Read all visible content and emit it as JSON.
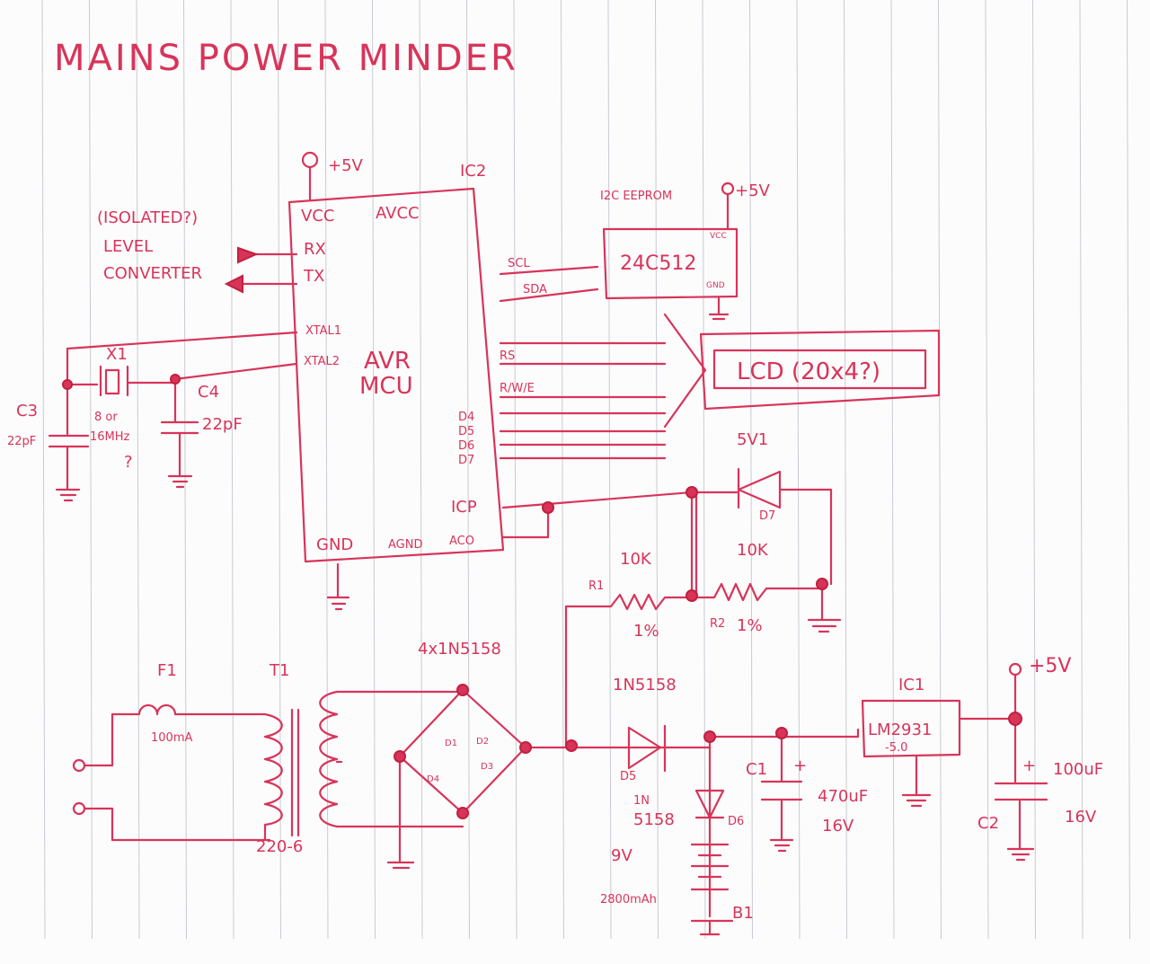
{
  "title": "MAINS POWER MINDER",
  "ink_color": "#d8345a",
  "mcu": {
    "ref": "IC2",
    "vcc_supply": "+5V",
    "name_line1": "AVR",
    "name_line2": "MCU",
    "pins": {
      "vcc": "VCC",
      "avcc": "AVCC",
      "rx": "RX",
      "tx": "TX",
      "xtal1": "XTAL1",
      "xtal2": "XTAL2",
      "scl": "SCL",
      "sda": "SDA",
      "rs": "RS",
      "rwe": "R/W/E",
      "d4": "D4",
      "d5": "D5",
      "d6": "D6",
      "d7": "D7",
      "icp": "ICP",
      "aco": "ACO",
      "gnd": "GND",
      "agnd": "AGND"
    }
  },
  "level_converter": {
    "line1": "(ISOLATED?)",
    "line2": "LEVEL",
    "line3": "CONVERTER"
  },
  "crystal": {
    "ref": "X1",
    "freq1": "8 or",
    "freq2": "16MHz",
    "note": "?",
    "c3_ref": "C3",
    "c3_val": "22pF",
    "c4_ref": "C4",
    "c4_val": "22pF"
  },
  "eeprom": {
    "label": "I2C EEPROM",
    "supply": "+5V",
    "part": "24C512",
    "vcc": "VCC",
    "gnd": "GND"
  },
  "lcd": {
    "label": "LCD (20x4?)"
  },
  "zener": {
    "value": "5V1",
    "ref": "D7"
  },
  "divider": {
    "r1_ref": "R1",
    "r1_val": "10K",
    "r1_tol": "1%",
    "r2_ref": "R2",
    "r2_val": "10K",
    "r2_tol": "1%"
  },
  "power": {
    "fuse_ref": "F1",
    "fuse_val": "100mA",
    "xfmr_ref": "T1",
    "xfmr_val": "220-6",
    "bridge": "4x1N5158",
    "d1": "D1",
    "d2": "D2",
    "d3": "D3",
    "d4": "D4",
    "d5_part": "1N5158",
    "d5_ref": "D5",
    "d6_part1": "1N",
    "d6_part2": "5158",
    "d6_ref": "D6",
    "batt_v": "9V",
    "batt_cap": "2800mAh",
    "batt_ref": "B1",
    "c1_ref": "C1",
    "c1_plus": "+",
    "c1_val": "470uF",
    "c1_v": "16V",
    "reg_ref": "IC1",
    "reg_part1": "LM2931",
    "reg_part2": "-5.0",
    "out": "+5V",
    "c2_plus": "+",
    "c2_val": "100uF",
    "c2_ref": "C2",
    "c2_v": "16V"
  }
}
